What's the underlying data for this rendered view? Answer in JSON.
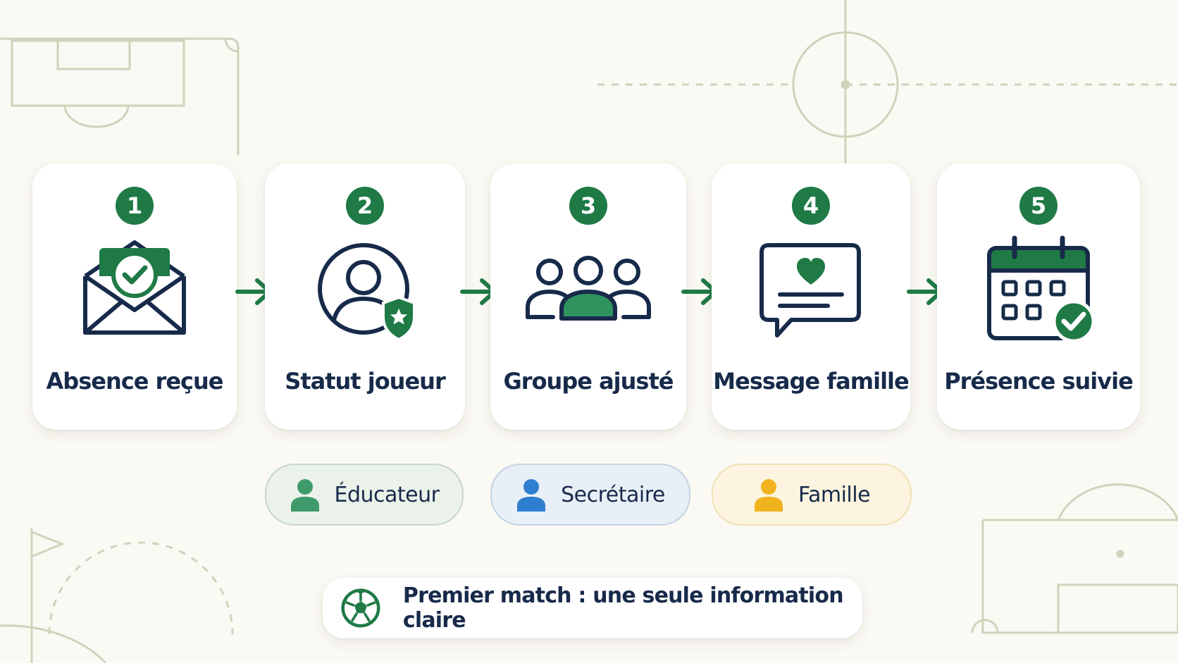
{
  "steps": [
    {
      "number": "1",
      "label": "Absence reçue",
      "icon": "envelope-check-icon"
    },
    {
      "number": "2",
      "label": "Statut joueur",
      "icon": "player-shield-icon"
    },
    {
      "number": "3",
      "label": "Groupe ajusté",
      "icon": "group-icon"
    },
    {
      "number": "4",
      "label": "Message famille",
      "icon": "message-heart-icon"
    },
    {
      "number": "5",
      "label": "Présence suivie",
      "icon": "calendar-check-icon"
    }
  ],
  "roles": [
    {
      "label": "Éducateur",
      "color": "#3f9a6a"
    },
    {
      "label": "Secrétaire",
      "color": "#2f7fd0"
    },
    {
      "label": "Famille",
      "color": "#f0b31d"
    }
  ],
  "footer": {
    "text": "Premier match : une seule information claire",
    "icon": "soccer-ball-icon"
  },
  "colors": {
    "accent": "#1f7a46",
    "ink": "#172a4a",
    "field_lines": "#c9d1b5"
  }
}
